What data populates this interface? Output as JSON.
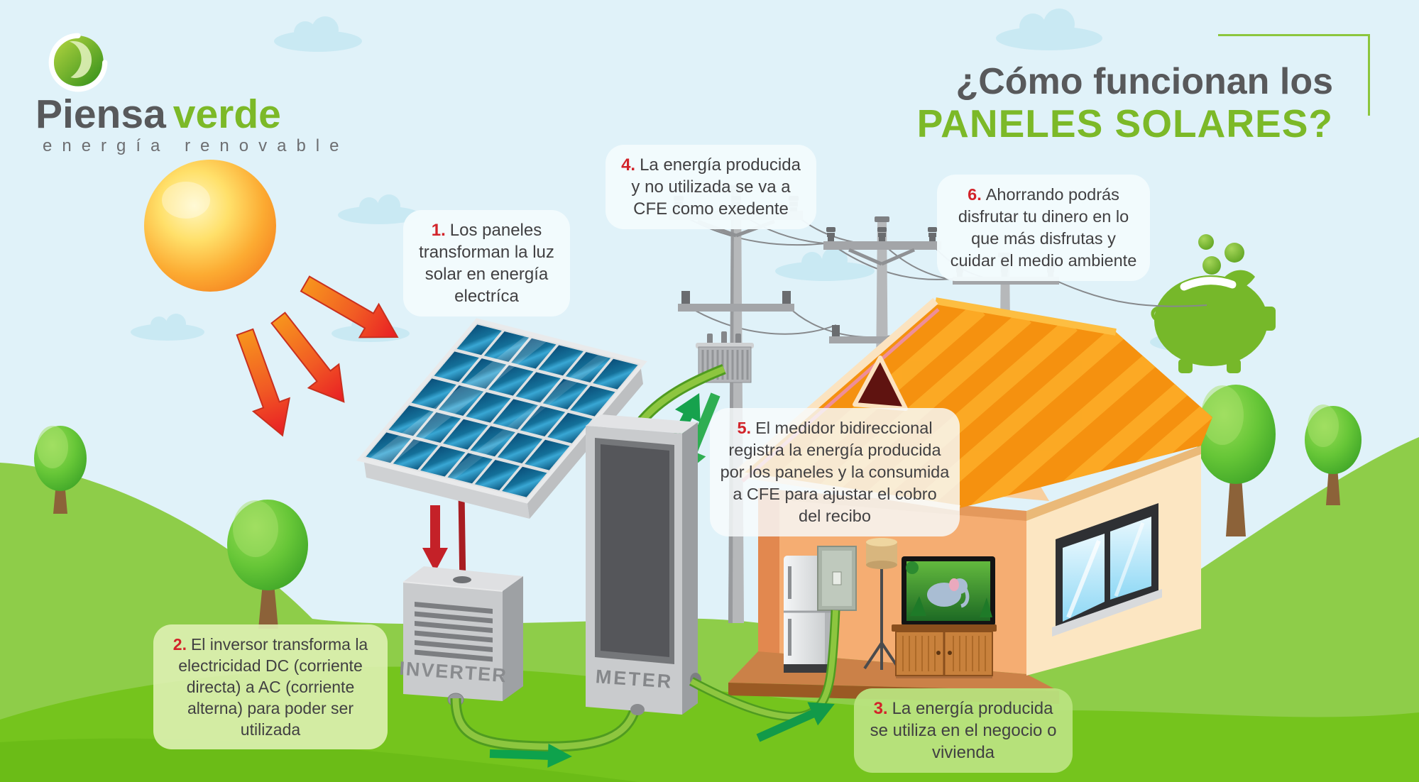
{
  "brand": {
    "name_primary": "Piensa",
    "name_secondary": "verde",
    "tagline": "energía renovable"
  },
  "title": {
    "line1": "¿Cómo funcionan los",
    "line2": "PANELES SOLARES?"
  },
  "steps": [
    {
      "num": "1.",
      "text": "Los paneles transforman la luz solar en energía electríca"
    },
    {
      "num": "2.",
      "text": "El inversor transforma la electricidad DC (corriente directa) a AC (corriente alterna) para poder ser utilizada"
    },
    {
      "num": "3.",
      "text": "La energía producida se utiliza en el negocio o vivienda"
    },
    {
      "num": "4.",
      "text": "La energía producida y no utilizada se va a CFE como exedente"
    },
    {
      "num": "5.",
      "text": "El medidor bidireccional registra la energía producida por los paneles y la consumida a CFE para ajustar el cobro del recibo"
    },
    {
      "num": "6.",
      "text": "Ahorrando podrás disfrutar tu dinero en lo que más disfrutas y cuidar el medio ambiente"
    }
  ],
  "equipment": {
    "inverter_label": "INVERTER",
    "meter_label": "METER"
  },
  "scene_icons": [
    "sun-icon",
    "solar-panel-icon",
    "inverter-icon",
    "meter-icon",
    "power-pole-icon",
    "transformer-icon",
    "house-icon",
    "piggy-bank-icon",
    "coin-icon",
    "tree-icon",
    "cloud-icon",
    "tv-icon",
    "fridge-icon",
    "breaker-box-icon",
    "lamp-icon",
    "window-icon"
  ],
  "colors": {
    "brand_green": "#7cb928",
    "logo_gray": "#58595b",
    "step_number_red": "#d2232a",
    "text_dark": "#414042",
    "sky": "#e0f2f9",
    "cloud": "#c9e9f3",
    "hill_light": "#8ecd49",
    "hill_bright": "#75c41d",
    "sun_yellow": "#ffd24a",
    "arrow_orange": "#f15a24",
    "panel_blue": "#147099",
    "cable_green": "#8dc63f",
    "flow_green": "#16a24d",
    "roof_orange": "#f5910f",
    "wall_cream": "#fce6c2",
    "equipment_gray": "#c9cbcd"
  }
}
